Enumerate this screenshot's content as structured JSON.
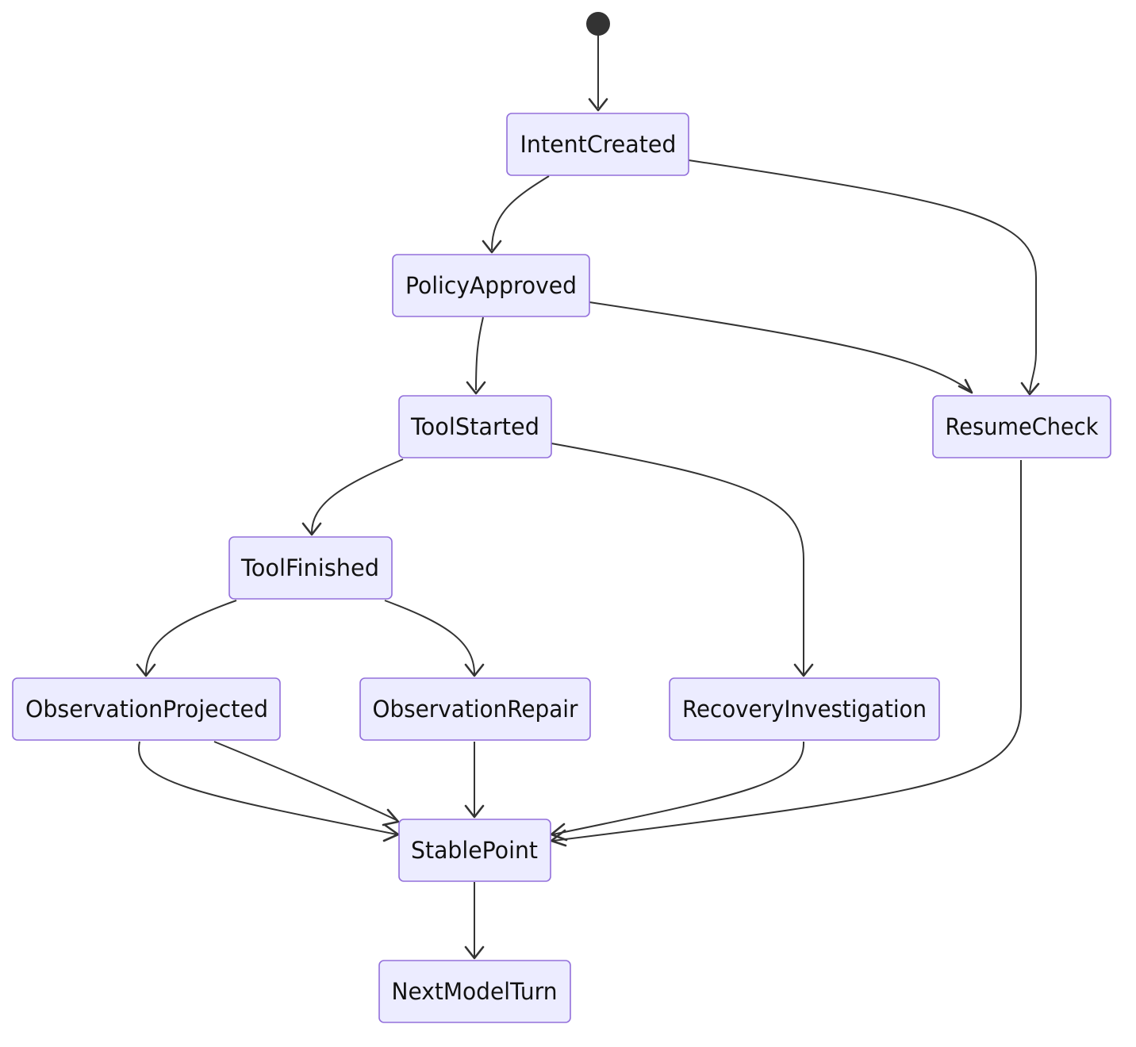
{
  "diagram": {
    "type": "state",
    "start": "start",
    "nodes": [
      {
        "id": "intent",
        "label": "IntentCreated"
      },
      {
        "id": "policy",
        "label": "PolicyApproved"
      },
      {
        "id": "toolstarted",
        "label": "ToolStarted"
      },
      {
        "id": "resume",
        "label": "ResumeCheck"
      },
      {
        "id": "toolfinished",
        "label": "ToolFinished"
      },
      {
        "id": "obsprojected",
        "label": "ObservationProjected"
      },
      {
        "id": "obsrepair",
        "label": "ObservationRepair"
      },
      {
        "id": "recovery",
        "label": "RecoveryInvestigation"
      },
      {
        "id": "stable",
        "label": "StablePoint"
      },
      {
        "id": "nextturn",
        "label": "NextModelTurn"
      }
    ],
    "edges": [
      {
        "from": "start",
        "to": "intent"
      },
      {
        "from": "intent",
        "to": "policy"
      },
      {
        "from": "intent",
        "to": "resume"
      },
      {
        "from": "policy",
        "to": "toolstarted"
      },
      {
        "from": "policy",
        "to": "resume"
      },
      {
        "from": "toolstarted",
        "to": "toolfinished"
      },
      {
        "from": "toolstarted",
        "to": "recovery"
      },
      {
        "from": "toolfinished",
        "to": "obsprojected"
      },
      {
        "from": "toolfinished",
        "to": "obsrepair"
      },
      {
        "from": "obsprojected",
        "to": "stable"
      },
      {
        "from": "obsprojected",
        "to": "stable"
      },
      {
        "from": "obsrepair",
        "to": "stable"
      },
      {
        "from": "recovery",
        "to": "stable"
      },
      {
        "from": "resume",
        "to": "stable"
      },
      {
        "from": "stable",
        "to": "nextturn"
      }
    ],
    "colors": {
      "node_fill": "#ececff",
      "node_border": "#9370db",
      "edge": "#333333",
      "text": "#111111"
    }
  }
}
